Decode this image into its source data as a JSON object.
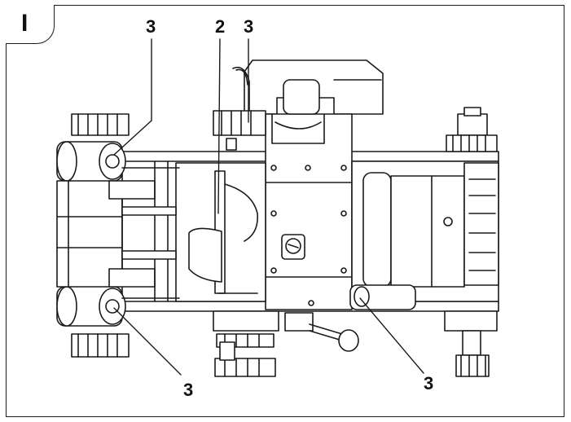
{
  "figure": {
    "tab_label": "I",
    "callouts": [
      {
        "id": "c1",
        "text": "3"
      },
      {
        "id": "c2",
        "text": "2"
      },
      {
        "id": "c3",
        "text": "3"
      },
      {
        "id": "c4",
        "text": "3"
      },
      {
        "id": "c5",
        "text": "3"
      }
    ]
  }
}
